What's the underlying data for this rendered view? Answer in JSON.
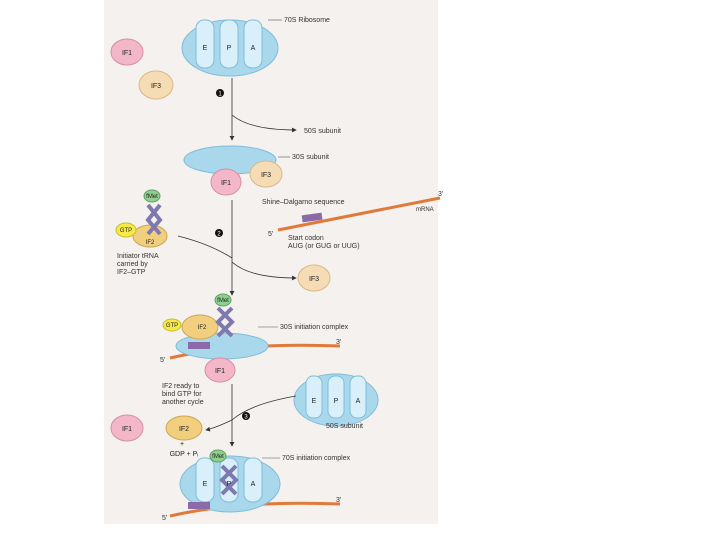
{
  "labels": {
    "ribosome_70s": "70S Ribosome",
    "subunit_50s_released": "50S subunit",
    "subunit_30s": "30S subunit",
    "shine_dalgarno": "Shine–Dalgarno sequence",
    "mrna": "mRNA",
    "start_codon_line1": "Start codon",
    "start_codon_line2": "AUG (or GUG or UUG)",
    "initiator_line1": "Initiator tRNA",
    "initiator_line2": "carried by",
    "initiator_line3": "IF2–GTP",
    "complex_30s": "30S initiation complex",
    "if2_line1": "IF2 ready to",
    "if2_line2": "bind GTP for",
    "if2_line3": "another cycle",
    "subunit_50s": "50S subunit",
    "complex_70s": "70S initiation complex",
    "gdp": "GDP + Pᵢ",
    "plus": "+",
    "five_prime": "5'",
    "three_prime": "3'"
  },
  "factors": {
    "if1": "IF1",
    "if2": "IF2",
    "if3": "IF3",
    "gtp": "GTP",
    "fmet": "fMet"
  },
  "sites": {
    "e": "E",
    "p": "P",
    "a": "A"
  },
  "steps": [
    "1",
    "2",
    "3"
  ],
  "colors": {
    "ribosome": "#a9d8ec",
    "if1": "#f3b7c9",
    "if3": "#f5dcb4",
    "if2": "#f1cf7f",
    "gtp": "#f5ea4a",
    "trna": "#7e79ae",
    "fmet": "#8fcf8f",
    "mrna": "#e07a3a",
    "sd": "#8a6aa8"
  }
}
